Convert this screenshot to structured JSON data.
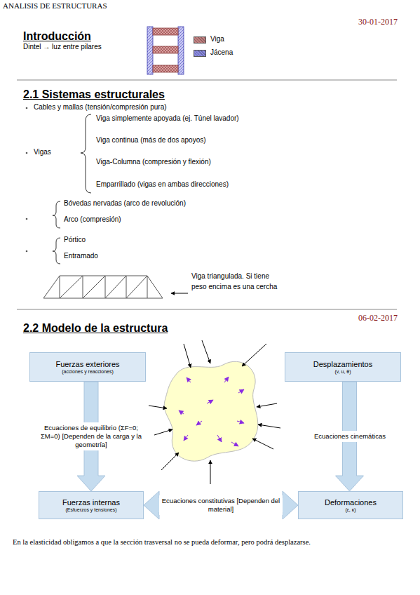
{
  "diagram": {
    "title": "ANALISIS DE ESTRUCTURAS",
    "nodes": [
      {
        "text": [
          "Fuerzas exteriores",
          "(acciones y reacciones)"
        ]
      },
      {
        "text": [
          "Desplazamientos",
          "(v, u, θ)"
        ]
      },
      {
        "text": [
          "Fuerzas internas",
          "(Esfuerzos y tensiones)"
        ]
      },
      {
        "text": [
          "Deformaciones",
          "(ε, κ)"
        ]
      }
    ],
    "edges": [
      {
        "from": 0,
        "to": 2,
        "arrow": "to",
        "label": "Ecuaciones de equilibrio (ΣF=0; ΣM=0) [Dependen de la carga y la geometría]"
      },
      {
        "from": 1,
        "to": 3,
        "arrow": "to",
        "label": "Ecuaciones cinemáticas"
      },
      {
        "from": 2,
        "to": 3,
        "arrow": "both",
        "label": "Ecuaciones constitutivas [Dependen del material]"
      }
    ],
    "labels": [
      "30-01-2017",
      "Introducción",
      "Dintel → luz entre pilares",
      "2.1 Sistemas estructurales",
      "Cables y mallas (tensión/compresión pura)",
      "Vigas",
      "Viga simplemente apoyada (ej. Túnel lavador)",
      "Viga continua (más de dos apoyos)",
      "Viga-Columna (compresión y flexión)",
      "Emparrillado (vigas en ambas direcciones)",
      "Bóvedas nervadas (arco de revolución)",
      "Arco (compresión)",
      "Pórtico",
      "Entramado",
      "Viga triangulada. Si tiene peso encima es una cercha",
      "06-02-2017",
      "2.2 Modelo de la estructura",
      "En la elasticidad obligamos a que la sección trasversal no se pueda deformar, pero podrá desplazarse."
    ],
    "legend": [
      {
        "text": "Viga",
        "color": "#c08080"
      },
      {
        "text": "Jácena",
        "color": "#8a8ae0"
      }
    ]
  }
}
